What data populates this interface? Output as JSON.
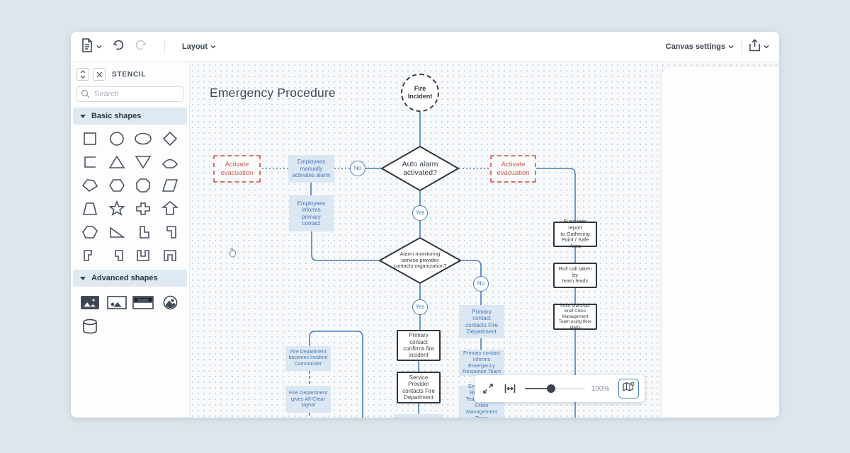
{
  "toolbar": {
    "layout_label": "Layout",
    "canvas_settings_label": "Canvas settings",
    "icons": [
      "document-icon",
      "undo-icon",
      "redo-icon",
      "share-icon"
    ]
  },
  "sidebar": {
    "title": "STENCIL",
    "search_placeholder": "Search",
    "basic_section_label": "Basic shapes",
    "advanced_section_label": "Advanced shapes",
    "basic_shapes": [
      "square",
      "circle",
      "ellipse",
      "diamond",
      "bracket",
      "triangle",
      "triangle-down",
      "fan",
      "pentagon",
      "hexagon",
      "octagon",
      "parallelogram",
      "trapezoid",
      "star",
      "cross",
      "arrow-up",
      "blob",
      "right-triangle",
      "l-shape",
      "corner-shape",
      "step-down",
      "step-up",
      "u-shape",
      "bridge-shape"
    ],
    "advanced_shapes": [
      "image-filled",
      "image-outline",
      "header-box",
      "image-circle",
      "cylinder"
    ],
    "header_shape_label": "header"
  },
  "canvas": {
    "title": "Emergency Procedure",
    "zoom_level": "100%",
    "nodes": [
      {
        "id": "fire-incident",
        "text": "Fire\nIncident"
      },
      {
        "id": "auto-alarm",
        "text": "Auto alarm\nactivated?"
      },
      {
        "id": "alarm-monitoring",
        "text": "Alarm monitoring\nservice provider\ncontacts organization?"
      },
      {
        "id": "activate-evacuation-left",
        "text": "Activate\nevacuation"
      },
      {
        "id": "activate-evacuation-right",
        "text": "Activate\nevacuation"
      },
      {
        "id": "employees-manually-activates-alarm",
        "text": "Employees\nmanually\nactivates alarm"
      },
      {
        "id": "employees-informs-primary-contact",
        "text": "Employees\ninforms\nprimary\ncontact"
      },
      {
        "id": "primary-contact-contacts-fire-department",
        "text": "Primary\ncontact\ncontacts Fire\nDepartment"
      },
      {
        "id": "primary-contact-informs-emergency-response-team",
        "text": "Primary contact\ninforms\nEmergency\nResponse Team"
      },
      {
        "id": "emergency-response-team-informs-crisis-management-team",
        "text": "Emergency\nResponse\nTeam informs\nCrisis\nManagement Team"
      },
      {
        "id": "primary-contact-confirms-fire-incident",
        "text": "Primary\ncontact\nconfirms fire\nincident"
      },
      {
        "id": "service-provider-contacts-fire-department",
        "text": "Service\nProvider\ncontacts Fire\nDepartment"
      },
      {
        "id": "fire-department-becomes-incident-commander",
        "text": "Fire Department\nbecomes Incident\nCommander"
      },
      {
        "id": "fire-department-gives-all-clear-signal",
        "text": "Fire Department\ngives All-Clear\nsignal"
      },
      {
        "id": "evacuees-report-to-gathering-point",
        "text": "Evacuees report\nto Gathering\nPoint / Safe Area"
      },
      {
        "id": "roll-call-taken-by-team-leads",
        "text": "Roll call taken by\nteam leads"
      },
      {
        "id": "floor-marshals-brief-crisis-management-team",
        "text": "Floor Marshals\nbrief Crisis\nManagement\nTeam using floor\nplans"
      },
      {
        "id": "partial-bottom-node",
        "text": ""
      },
      {
        "id": "label-no-1",
        "text": "No"
      },
      {
        "id": "label-yes-1",
        "text": "Yes"
      },
      {
        "id": "label-yes-2",
        "text": "Yes"
      },
      {
        "id": "label-no-2",
        "text": "No"
      }
    ]
  },
  "colors": {
    "connector_blue": "#4a7dbd",
    "node_soft_fill": "#dce7f4",
    "node_soft_text": "#4677b5",
    "danger_red": "#d9706a",
    "outline_dark": "#30363c"
  }
}
